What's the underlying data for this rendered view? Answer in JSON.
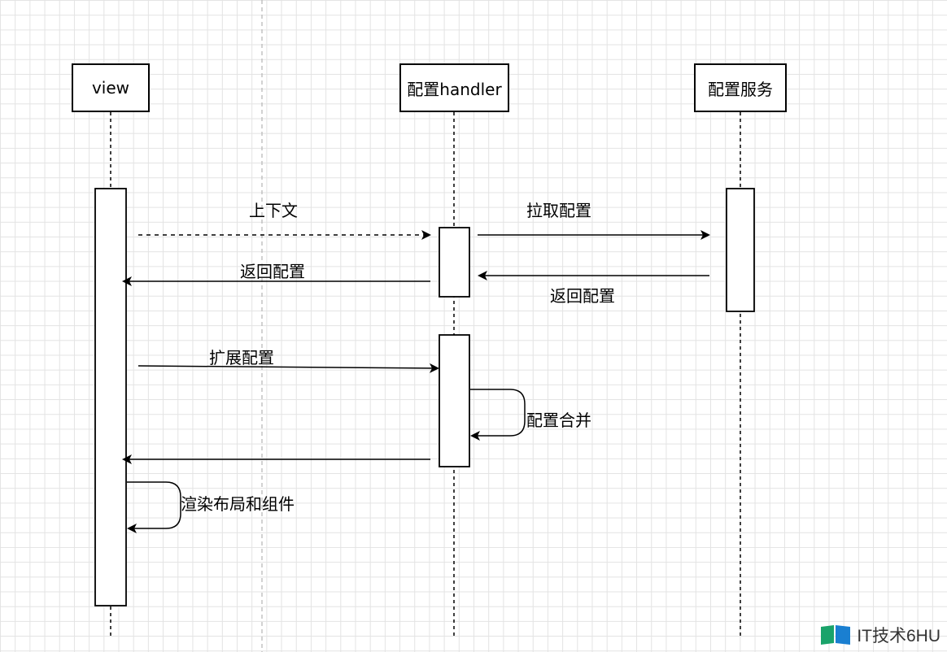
{
  "participants": {
    "view": "view",
    "handler": "配置handler",
    "service": "配置服务"
  },
  "messages": {
    "context": "上下文",
    "pull_config": "拉取配置",
    "return_config_service": "返回配置",
    "return_config_handler": "返回配置",
    "extend_config": "扩展配置",
    "merge_config": "配置合并",
    "render_layout": "渲染布局和组件"
  },
  "watermark": {
    "text": "IT技术6HU"
  },
  "colors": {
    "line": "#000000",
    "grid": "#e3e3e3",
    "logo_green": "#1aa36a",
    "logo_blue": "#1a7fd1"
  }
}
